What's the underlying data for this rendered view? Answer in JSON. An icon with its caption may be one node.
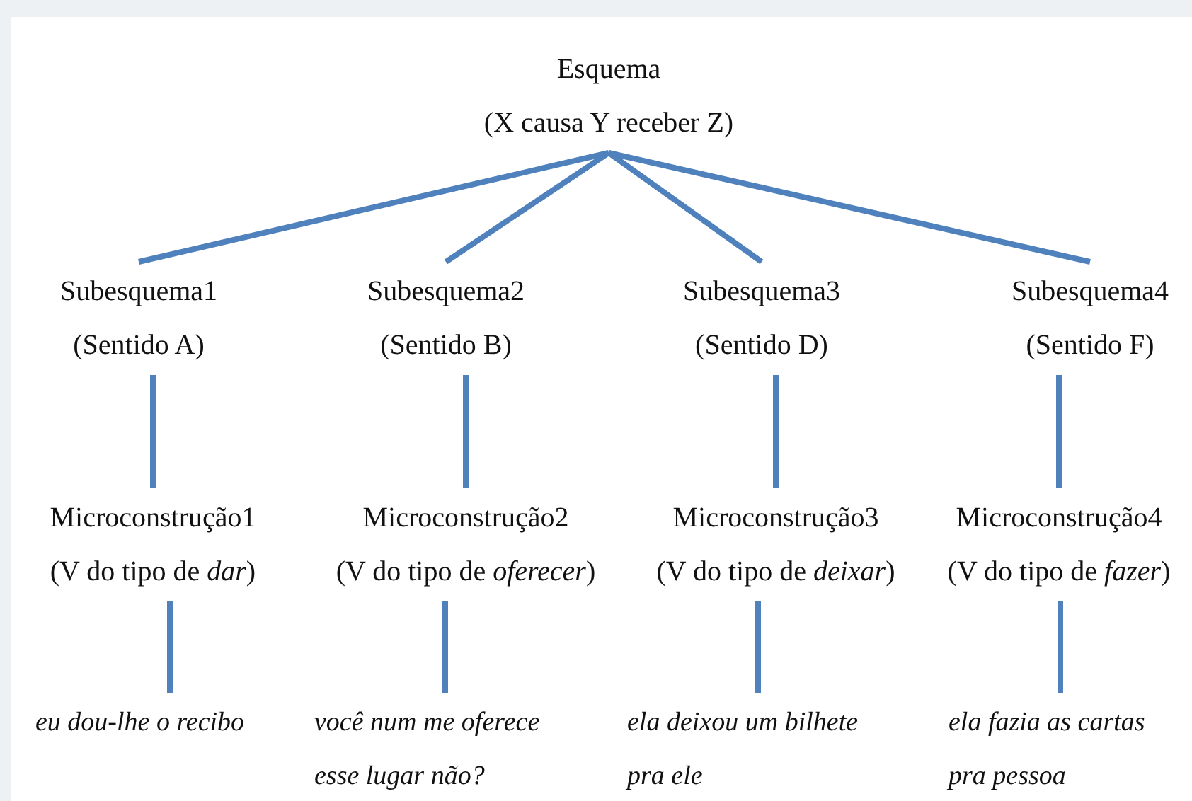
{
  "diagram": {
    "nodes": [
      {
        "text": [
          "Esquema",
          "(X causa Y receber Z)"
        ]
      },
      {
        "text": [
          "Subesquema1",
          "(Sentido A)"
        ]
      },
      {
        "text": [
          "Subesquema2",
          "(Sentido B)"
        ]
      },
      {
        "text": [
          "Subesquema3",
          "(Sentido D)"
        ]
      },
      {
        "text": [
          "Subesquema4",
          "(Sentido F)"
        ]
      },
      {
        "text": [
          "Microconstrução1",
          "(V do tipo de *dar*)"
        ]
      },
      {
        "text": [
          "Microconstrução2",
          "(V do tipo de *oferecer*)"
        ]
      },
      {
        "text": [
          "Microconstrução3",
          "(V do tipo de *deixar*)"
        ]
      },
      {
        "text": [
          "Microconstrução4",
          "(V do tipo de *fazer*)"
        ]
      },
      {
        "text": [
          "eu dou-lhe o recibo"
        ]
      },
      {
        "text": [
          "você num me oferece esse lugar não?"
        ]
      },
      {
        "text": [
          "ela deixou um bilhete pra ele"
        ]
      },
      {
        "text": [
          "ela fazia as cartas pra pessoa"
        ]
      }
    ],
    "edges": [
      {
        "from": 0,
        "to": 1,
        "arrow": "none"
      },
      {
        "from": 0,
        "to": 2,
        "arrow": "none"
      },
      {
        "from": 0,
        "to": 3,
        "arrow": "none"
      },
      {
        "from": 0,
        "to": 4,
        "arrow": "none"
      },
      {
        "from": 1,
        "to": 5,
        "arrow": "none"
      },
      {
        "from": 2,
        "to": 6,
        "arrow": "none"
      },
      {
        "from": 3,
        "to": 7,
        "arrow": "none"
      },
      {
        "from": 4,
        "to": 8,
        "arrow": "none"
      },
      {
        "from": 5,
        "to": 9,
        "arrow": "none"
      },
      {
        "from": 6,
        "to": 10,
        "arrow": "none"
      },
      {
        "from": 7,
        "to": 11,
        "arrow": "none"
      },
      {
        "from": 8,
        "to": 12,
        "arrow": "none"
      }
    ]
  }
}
